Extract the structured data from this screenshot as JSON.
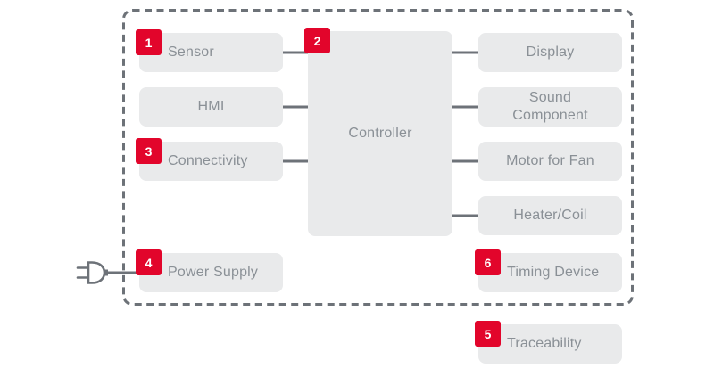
{
  "diagram": {
    "type": "appliance-block-diagram",
    "colors": {
      "badge_red": "#e2052b",
      "block_fill": "#e9eaeb",
      "label_text": "#8a9096",
      "wire_gray": "#6d7278",
      "background": "#ffffff"
    },
    "blocks": {
      "sensor": {
        "label": "Sensor",
        "badge": "1"
      },
      "hmi": {
        "label": "HMI"
      },
      "connectivity": {
        "label": "Connectivity",
        "badge": "3"
      },
      "power_supply": {
        "label": "Power Supply",
        "badge": "4"
      },
      "controller": {
        "label": "Controller",
        "badge": "2"
      },
      "display": {
        "label": "Display"
      },
      "sound_component": {
        "label": "Sound Component"
      },
      "motor_for_fan": {
        "label": "Motor for Fan"
      },
      "heater_coil": {
        "label": "Heater/Coil"
      },
      "timing_device": {
        "label": "Timing Device",
        "badge": "6"
      },
      "traceability": {
        "label": "Traceability",
        "badge": "5"
      }
    },
    "icons": {
      "power_plug": "power-plug-icon"
    },
    "connections": [
      "Sensor - Controller",
      "HMI - Controller",
      "Connectivity - Controller",
      "Controller - Display",
      "Controller - Sound Component",
      "Controller - Motor for Fan",
      "Controller - Heater/Coil",
      "Mains plug - Power Supply"
    ]
  }
}
